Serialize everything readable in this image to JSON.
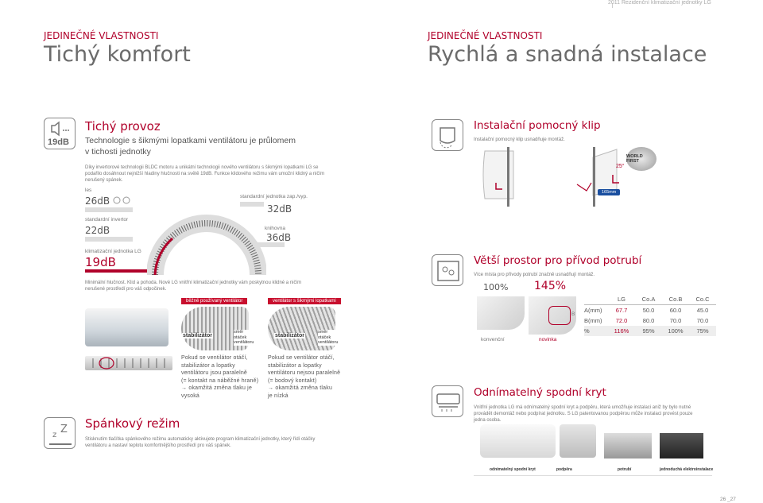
{
  "header": {
    "doc_title": "2011  Rezidenční klimatizační jednotky LG"
  },
  "left": {
    "eyebrow": "JEDINEČNÉ VLASTNOSTI",
    "title": "Tichý komfort",
    "quiet": {
      "icon_text": "19dB",
      "title": "Tichý provoz",
      "subtitle_1": "Technologie s šikmými lopatkami ventilátoru je průlomem",
      "subtitle_2": "v tichosti jednotky",
      "body_1": "Díky invertorové technologii BLDC motoru a unikátní technologii nového ventilátoru s šikmými lopatkami LG se",
      "body_2": "podařilo dosáhnout nejnižší hladiny hlučnosti na světě 19dB. Funkce klidového režimu vám umožní klidný a nič­ím",
      "body_3": "nerušený spánek."
    },
    "gauge": {
      "forest_label": "les",
      "forest_db": "26dB",
      "std_unit_label": "standardní jednotka zap./vyp.",
      "std_unit_db": "32dB",
      "std_inverter_label": "standardní invertor",
      "std_inverter_db": "22dB",
      "library_label": "knihovna",
      "library_db": "36dB",
      "lg_label": "klimatizační jednotka LG",
      "lg_db": "19dB"
    },
    "min_noise_1": "Minimální hlučnost. Klid a pohoda. Nové LG vnitřní klimatizační jednotky vám poskytnou klidné a ničím",
    "min_noise_2": "nerušené prostředí pro váš odpočinek.",
    "fan_tag_normal": "běžně používaný ventilátor",
    "fan_tag_skew": "ventilátor s šikmými lopatkami",
    "stab_label": "stabilizátor",
    "rot_label_1": "směr",
    "rot_label_2": "otáček",
    "rot_label_3": "ventilátoru",
    "fan_desc_normal": [
      "Pokud se ventilátor otáčí,",
      "stabilizátor a lopatky",
      "ventilátoru jsou paralelně",
      "(= kontakt na náběžné hraně)",
      "→ okamžitá změna tlaku je",
      "vysoká"
    ],
    "fan_desc_skew": [
      "Pokud se ventilátor otáčí,",
      "stabilizátor a lopatky",
      "ventilátoru nejsou paralelně",
      "(= bodový kontakt)",
      "→ okamžitá změna tlaku",
      "je nízká"
    ],
    "sleep": {
      "title": "Spánkový režim",
      "body_1": "Stisknutím tlačítka spánkového režimu automaticky aktivujete program klimatizační jednotky, který řídí otáčky",
      "body_2": "ventilátoru a nastaví teplotu komfortnějšího prostředí pro váš spánek."
    }
  },
  "right": {
    "eyebrow": "JEDINEČNÉ VLASTNOSTI",
    "title": "Rychlá a snadná instalace",
    "clip": {
      "title": "Instalační pomocný klip",
      "subtitle": "Instalační pomocný klip usnadňuje montáž.",
      "angle": "25°",
      "badge": "WORLD FIRST",
      "dim": "165mm"
    },
    "pipe": {
      "title": "Větší prostor pro přívod potrubí",
      "subtitle": "Více místa pro přívody potrubí značně usnadňují montáž.",
      "pct_conv": "100%",
      "pct_new": "145%",
      "label_conv": "konvenční",
      "label_new": "novinka",
      "b_label": "B",
      "table": {
        "headers": [
          "",
          "LG",
          "Co.A",
          "Co.B",
          "Co.C"
        ],
        "rows": [
          [
            "A(mm)",
            "67.7",
            "50.0",
            "60.0",
            "45.0"
          ],
          [
            "B(mm)",
            "72.0",
            "80.0",
            "70.0",
            "70.0"
          ],
          [
            "%",
            "116%",
            "95%",
            "100%",
            "75%"
          ]
        ]
      }
    },
    "frame": {
      "title": "Odnímatelný spodní kryt",
      "body_1": "Vnitřní jednotka LG má odnímatelný spodní kryt a podpěru, která umožňuje instalaci aniž by bylo nutné",
      "body_2": "provádět demontáž nebo podpírat jednotku. S LG patentovanou podpěrou může instalaci provést pouze",
      "body_3": "jedna osoba.",
      "captions": [
        "odnímatelný spodní kryt",
        "podpěra",
        "potrubí",
        "jednoduchá elektroinstalace"
      ]
    }
  },
  "footer": {
    "page": "26 _27"
  },
  "colors": {
    "accent": "#b0002a",
    "title_grey": "#6b6b6b",
    "tag_red": "#c8102e"
  }
}
